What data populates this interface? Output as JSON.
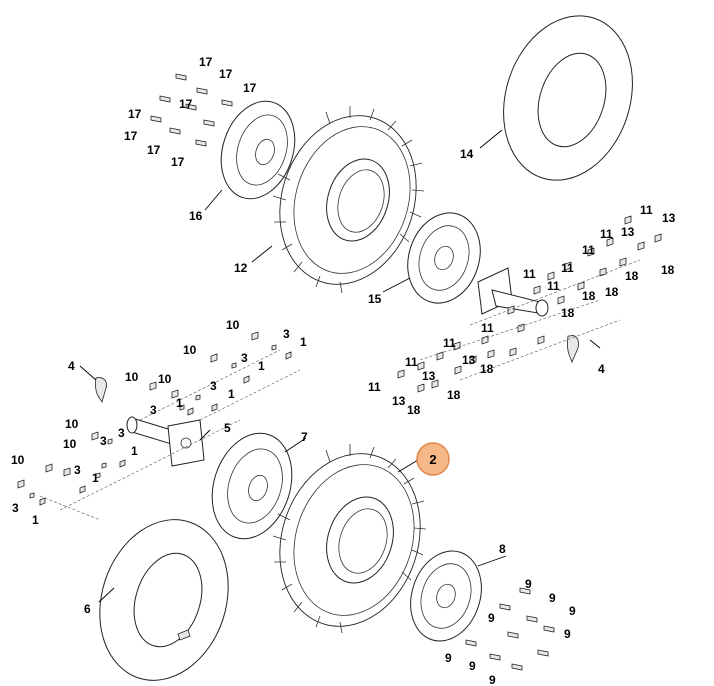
{
  "highlighted_part": "2",
  "callouts": [
    {
      "id": "c1",
      "text": "17"
    },
    {
      "id": "c2",
      "text": "17"
    },
    {
      "id": "c3",
      "text": "17"
    },
    {
      "id": "c4",
      "text": "17"
    },
    {
      "id": "c5",
      "text": "17"
    },
    {
      "id": "c6",
      "text": "17"
    },
    {
      "id": "c7",
      "text": "17"
    },
    {
      "id": "c8",
      "text": "17"
    },
    {
      "id": "c9",
      "text": "16"
    },
    {
      "id": "c10",
      "text": "12"
    },
    {
      "id": "c11",
      "text": "15"
    },
    {
      "id": "c12",
      "text": "14"
    },
    {
      "id": "c13",
      "text": "11"
    },
    {
      "id": "c14",
      "text": "13"
    },
    {
      "id": "c15",
      "text": "11"
    },
    {
      "id": "c16",
      "text": "13"
    },
    {
      "id": "c17",
      "text": "18"
    },
    {
      "id": "c18",
      "text": "11"
    },
    {
      "id": "c19",
      "text": "18"
    },
    {
      "id": "c20",
      "text": "11"
    },
    {
      "id": "c21",
      "text": "18"
    },
    {
      "id": "c22",
      "text": "11"
    },
    {
      "id": "c23",
      "text": "18"
    },
    {
      "id": "c24",
      "text": "11"
    },
    {
      "id": "c25",
      "text": "18"
    },
    {
      "id": "c26",
      "text": "4"
    },
    {
      "id": "c27",
      "text": "11"
    },
    {
      "id": "c28",
      "text": "11"
    },
    {
      "id": "c29",
      "text": "13"
    },
    {
      "id": "c30",
      "text": "18"
    },
    {
      "id": "c31",
      "text": "11"
    },
    {
      "id": "c32",
      "text": "13"
    },
    {
      "id": "c33",
      "text": "18"
    },
    {
      "id": "c34",
      "text": "13"
    },
    {
      "id": "c35",
      "text": "18"
    },
    {
      "id": "c36",
      "text": "10"
    },
    {
      "id": "c37",
      "text": "3"
    },
    {
      "id": "c38",
      "text": "1"
    },
    {
      "id": "c39",
      "text": "10"
    },
    {
      "id": "c40",
      "text": "3"
    },
    {
      "id": "c41",
      "text": "1"
    },
    {
      "id": "c42",
      "text": "4"
    },
    {
      "id": "c43",
      "text": "10"
    },
    {
      "id": "c44",
      "text": "10"
    },
    {
      "id": "c45",
      "text": "3"
    },
    {
      "id": "c46",
      "text": "3"
    },
    {
      "id": "c47",
      "text": "1"
    },
    {
      "id": "c48",
      "text": "1"
    },
    {
      "id": "c49",
      "text": "5"
    },
    {
      "id": "c50",
      "text": "10"
    },
    {
      "id": "c51",
      "text": "3"
    },
    {
      "id": "c52",
      "text": "10"
    },
    {
      "id": "c53",
      "text": "3"
    },
    {
      "id": "c54",
      "text": "1"
    },
    {
      "id": "c55",
      "text": "10"
    },
    {
      "id": "c56",
      "text": "3"
    },
    {
      "id": "c57",
      "text": "1"
    },
    {
      "id": "c58",
      "text": "3"
    },
    {
      "id": "c59",
      "text": "1"
    },
    {
      "id": "c60",
      "text": "7"
    },
    {
      "id": "c61",
      "text": "6"
    },
    {
      "id": "c62",
      "text": "8"
    },
    {
      "id": "c63",
      "text": "9"
    },
    {
      "id": "c64",
      "text": "9"
    },
    {
      "id": "c65",
      "text": "9"
    },
    {
      "id": "c66",
      "text": "9"
    },
    {
      "id": "c67",
      "text": "9"
    },
    {
      "id": "c68",
      "text": "9"
    },
    {
      "id": "c69",
      "text": "9"
    },
    {
      "id": "c70",
      "text": "9"
    }
  ]
}
